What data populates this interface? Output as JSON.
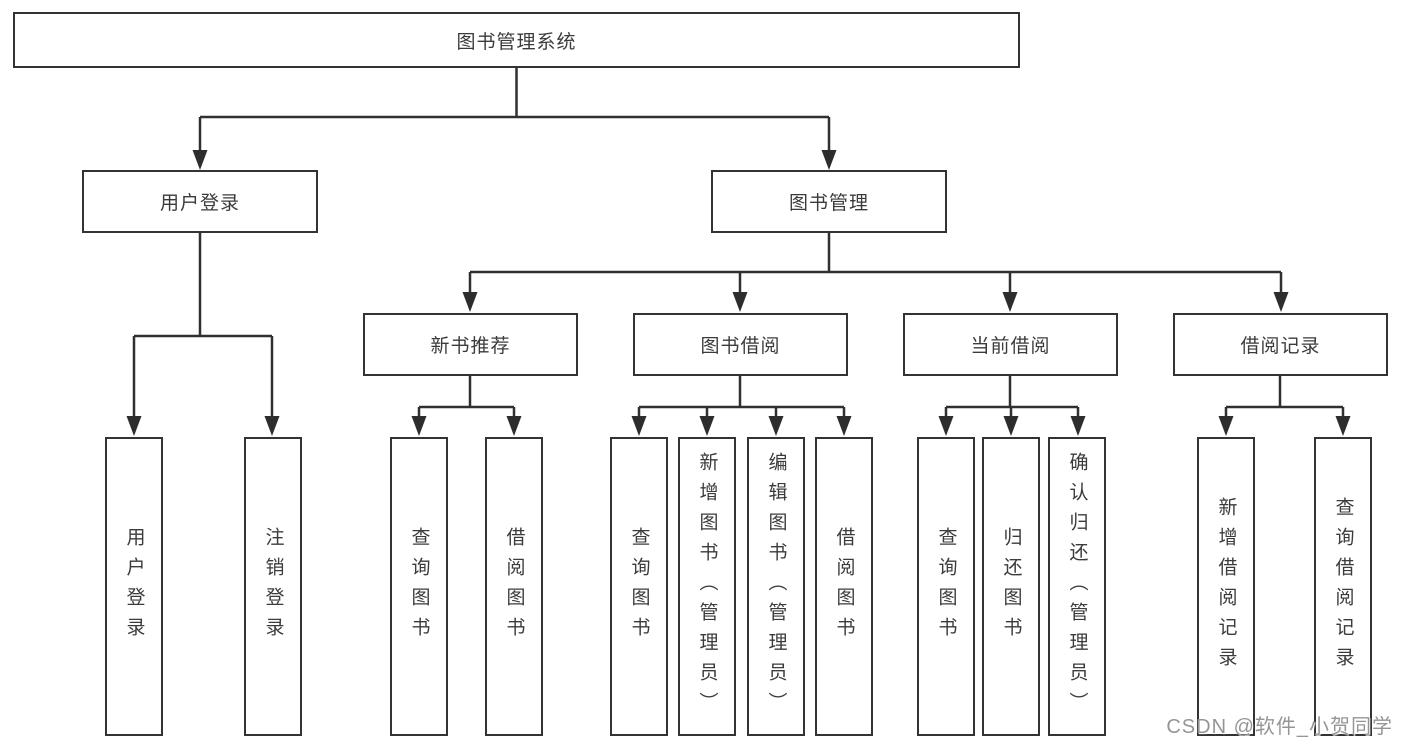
{
  "diagram": {
    "title_node": {
      "label": "图书管理系统"
    },
    "level2": [
      {
        "label": "用户登录"
      },
      {
        "label": "图书管理"
      }
    ],
    "level3": [
      {
        "label": "新书推荐"
      },
      {
        "label": "图书借阅"
      },
      {
        "label": "当前借阅"
      },
      {
        "label": "借阅记录"
      }
    ],
    "leaves": [
      {
        "label": "用户登录"
      },
      {
        "label": "注销登录"
      },
      {
        "label": "查询图书"
      },
      {
        "label": "借阅图书"
      },
      {
        "label": "查询图书"
      },
      {
        "label": "新增图书（管理员）"
      },
      {
        "label": "编辑图书（管理员）"
      },
      {
        "label": "借阅图书"
      },
      {
        "label": "查询图书"
      },
      {
        "label": "归还图书"
      },
      {
        "label": "确认归还（管理员）"
      },
      {
        "label": "新增借阅记录"
      },
      {
        "label": "查询借阅记录"
      }
    ],
    "watermark": "CSDN @软件_小贺同学",
    "colors": {
      "line": "#303030",
      "border": "#333333",
      "text": "#3b3b3b",
      "watermark": "#959595",
      "background": "#ffffff"
    }
  }
}
